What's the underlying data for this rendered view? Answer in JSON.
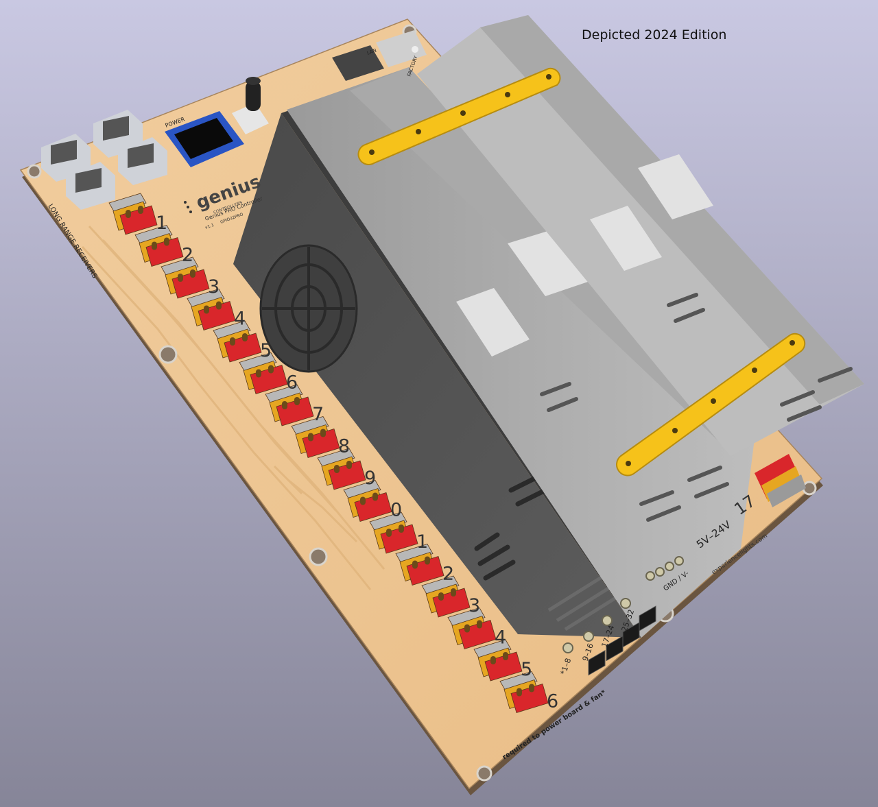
{
  "caption": "Depicted 2024 Edition",
  "board": {
    "brand": "genius",
    "brand_sub": "CONTROLLERS",
    "product": "Genius PRO Controller",
    "version": "v1.1",
    "chip": "GPIO32PRO",
    "power_label": "POWER",
    "ports_label": "LONG RANGE RECEIVERS",
    "voltage_label": "5V–24V",
    "gnd_label": "GND / V-",
    "maker": "experiencelights.com",
    "footer_note": "required to power board & fan*",
    "fuse_labels": [
      "*1–8",
      "9–16",
      "17–24",
      "25–32"
    ],
    "port_numbers": [
      "1",
      "2",
      "3",
      "4",
      "5",
      "6",
      "7",
      "8",
      "9",
      "0",
      "1",
      "2",
      "3",
      "4",
      "5",
      "6"
    ],
    "port_17": "17",
    "lan_label": "LAN",
    "factory_label": "FACTORY"
  },
  "colors": {
    "background_top": "#c7c6e0",
    "background_bottom": "#878699",
    "pcb": "#eec795",
    "pcb_edge": "#7a6148",
    "psu_dark": "#555555",
    "bracket_gray": "#b8b8b8",
    "strap_yellow": "#f7c51b",
    "terminal_red": "#d9262b",
    "terminal_yellow": "#e6a621"
  }
}
